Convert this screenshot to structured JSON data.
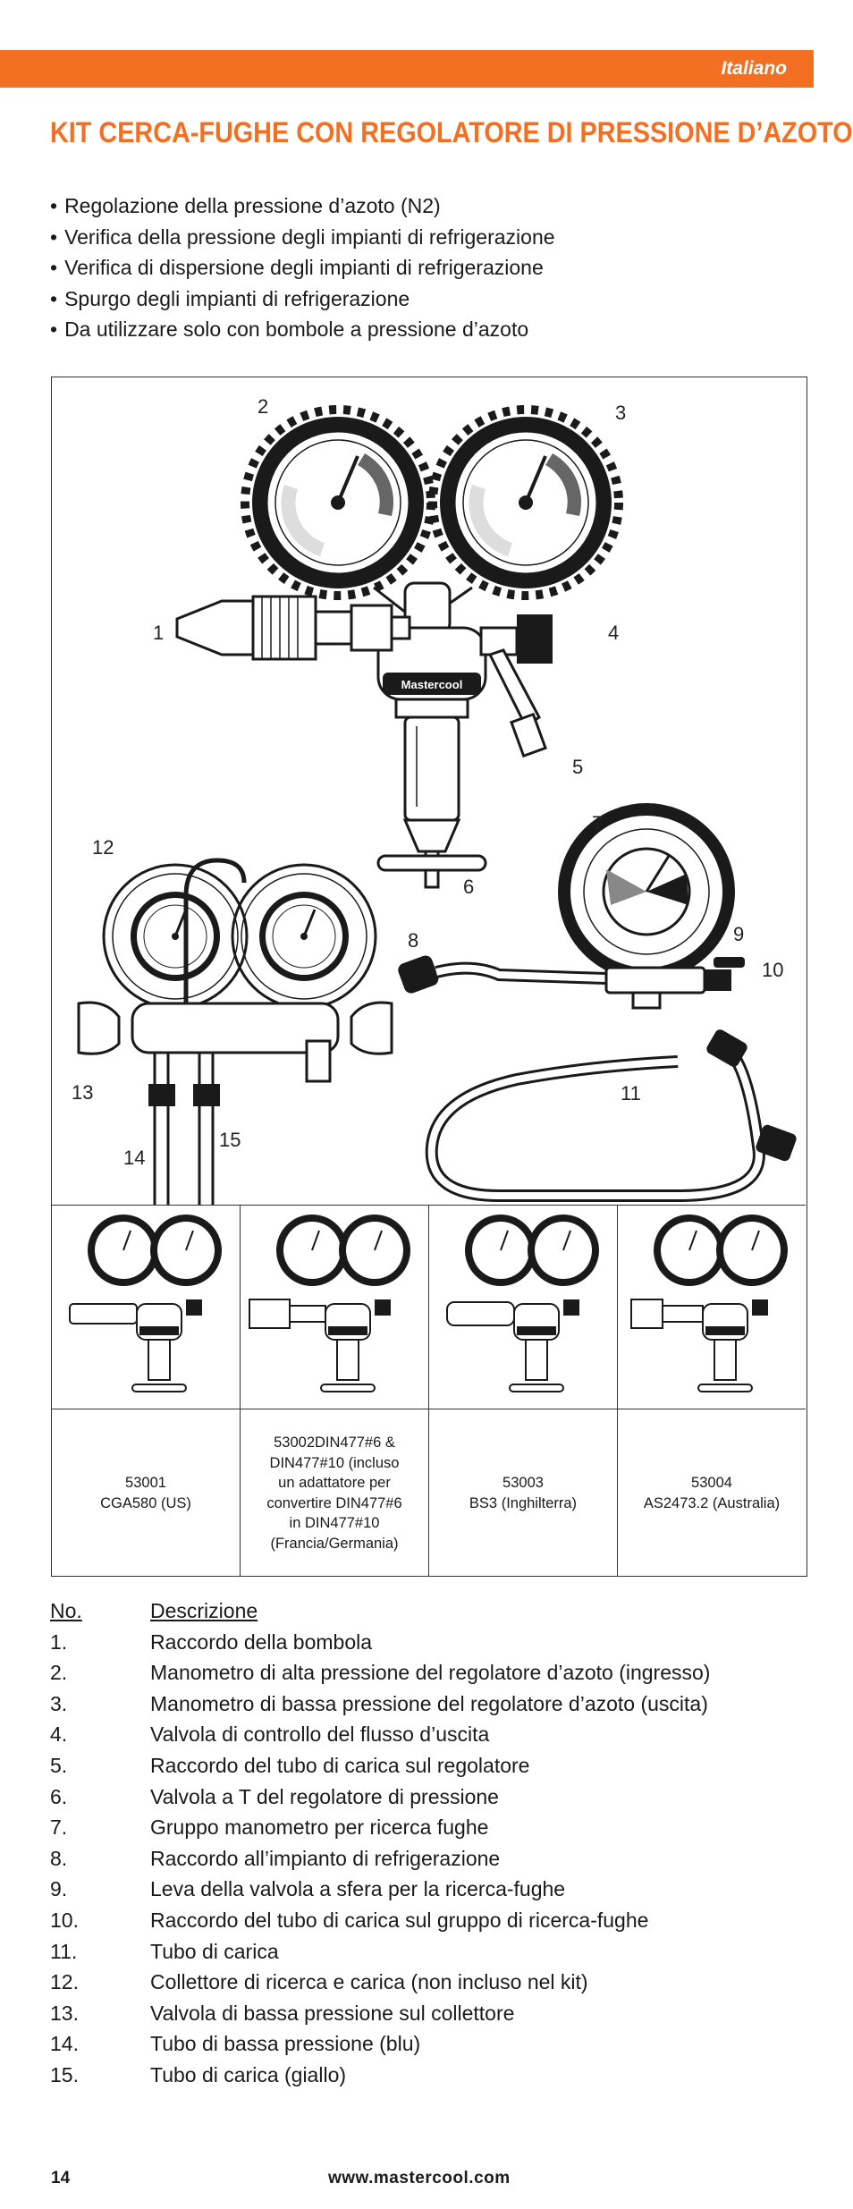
{
  "header": {
    "language": "Italiano",
    "accent_color": "#f36f21"
  },
  "title": "KIT CERCA-FUGHE CON REGOLATORE DI PRESSIONE D’AZOTO",
  "features": [
    "Regolazione della pressione d’azoto (N2)",
    "Verifica della pressione degli impianti di refrigerazione",
    "Verifica di dispersione degli impianti di refrigerazione",
    "Spurgo degli impianti di refrigerazione",
    "Da utilizzare solo con bombole a pressione d’azoto"
  ],
  "figure": {
    "brand_label": "Mastercool",
    "callouts": [
      "1",
      "2",
      "3",
      "4",
      "5",
      "6",
      "7",
      "8",
      "9",
      "10",
      "11",
      "12",
      "13",
      "14",
      "15"
    ]
  },
  "models": [
    {
      "lines": [
        "53001",
        "CGA580 (US)"
      ]
    },
    {
      "lines": [
        "53002DIN477#6 &",
        "DIN477#10 (incluso",
        "un adattatore per",
        "convertire DIN477#6",
        "in DIN477#10",
        "(Francia/Germania)"
      ]
    },
    {
      "lines": [
        "53003",
        "BS3 (Inghilterra)"
      ]
    },
    {
      "lines": [
        "53004",
        "AS2473.2 (Australia)"
      ]
    }
  ],
  "parts": {
    "header_no": "No.",
    "header_desc": "Descrizione",
    "items": [
      {
        "no": "1.",
        "desc": "Raccordo della bombola"
      },
      {
        "no": "2.",
        "desc": "Manometro di alta pressione del regolatore d’azoto (ingresso)"
      },
      {
        "no": "3.",
        "desc": "Manometro di bassa pressione del regolatore d’azoto (uscita)"
      },
      {
        "no": "4.",
        "desc": "Valvola di controllo del flusso d’uscita"
      },
      {
        "no": "5.",
        "desc": "Raccordo del tubo di carica sul regolatore"
      },
      {
        "no": "6.",
        "desc": "Valvola a T del regolatore di pressione"
      },
      {
        "no": "7.",
        "desc": "Gruppo manometro per ricerca fughe"
      },
      {
        "no": "8.",
        "desc": "Raccordo all’impianto di refrigerazione"
      },
      {
        "no": "9.",
        "desc": "Leva della valvola a sfera per la ricerca-fughe"
      },
      {
        "no": "10.",
        "desc": "Raccordo del tubo di carica sul gruppo di ricerca-fughe"
      },
      {
        "no": "11.",
        "desc": "Tubo di carica"
      },
      {
        "no": "12.",
        "desc": "Collettore di ricerca e carica (non incluso nel kit)"
      },
      {
        "no": "13.",
        "desc": "Valvola di bassa pressione sul collettore"
      },
      {
        "no": "14.",
        "desc": "Tubo di bassa pressione (blu)"
      },
      {
        "no": "15.",
        "desc": "Tubo di carica (giallo)"
      }
    ]
  },
  "footer": {
    "page": "14",
    "url": "www.mastercool.com"
  }
}
